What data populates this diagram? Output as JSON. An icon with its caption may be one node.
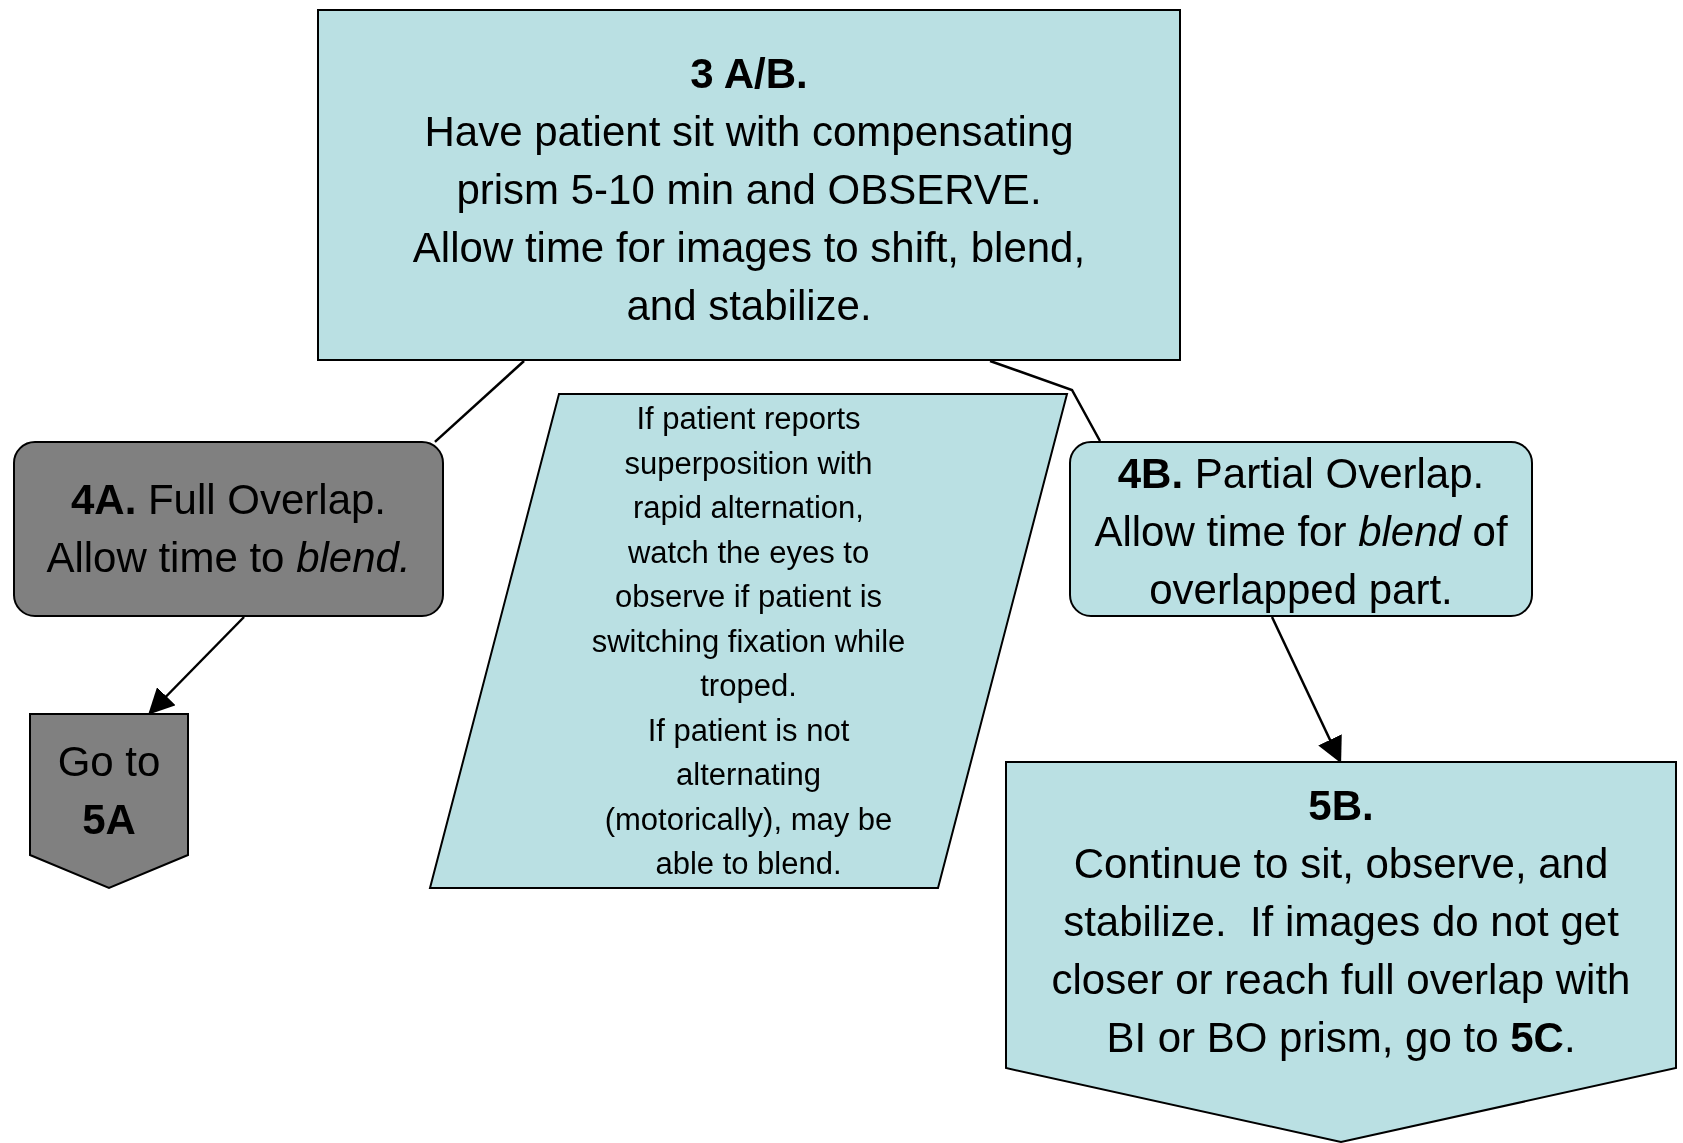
{
  "diagram": {
    "nodes": [
      {
        "text": [
          "3 A/B.",
          "Have patient sit with compensating prism 5-10 min and OBSERVE.",
          "Allow time for images to shift, blend, and stabilize."
        ]
      },
      {
        "text": [
          "**4A.** Full Overlap. Allow time to *blend.*"
        ]
      },
      {
        "text": [
          "If patient reports superposition with rapid alternation, watch the eyes to observe if patient is switching fixation while troped.",
          "If patient is not alternating (motorically), may be able to blend."
        ]
      },
      {
        "text": [
          "**4B.** Partial Overlap. Allow time for *blend* of overlapped part."
        ]
      },
      {
        "text": [
          "Go to **5A**"
        ]
      },
      {
        "text": [
          "5B.",
          "Continue to sit, observe, and stabilize.  If images do not get closer or reach full overlap with BI or BO prism, go to **5C**."
        ]
      }
    ],
    "edges": [
      {
        "from": 0,
        "to": 1,
        "arrow": "none"
      },
      {
        "from": 0,
        "to": 3,
        "arrow": "none"
      },
      {
        "from": 1,
        "to": 4,
        "arrow": "to"
      },
      {
        "from": 3,
        "to": 5,
        "arrow": "to"
      }
    ]
  }
}
